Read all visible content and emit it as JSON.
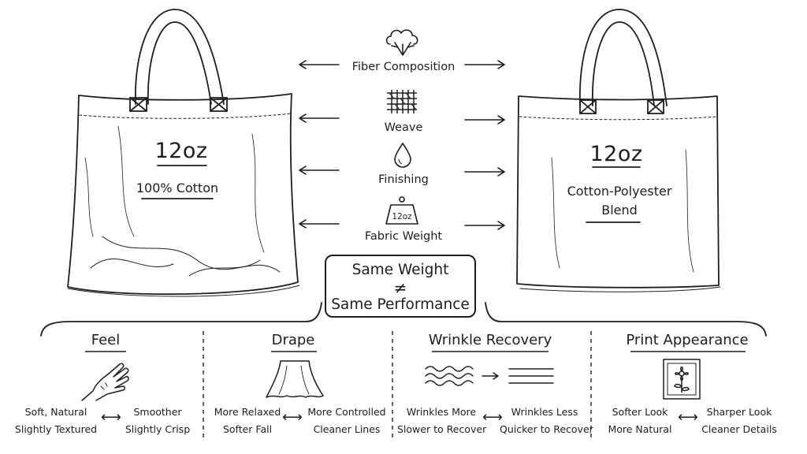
{
  "left_bag": {
    "weight": "12oz",
    "material": "100% Cotton"
  },
  "right_bag": {
    "weight": "12oz",
    "material_line1": "Cotton-Polyester",
    "material_line2": "Blend"
  },
  "factors": [
    {
      "label": "Fiber Composition",
      "icon": "cotton-boll-icon"
    },
    {
      "label": "Weave",
      "icon": "weave-grid-icon"
    },
    {
      "label": "Finishing",
      "icon": "droplet-icon"
    },
    {
      "label": "Fabric Weight",
      "icon": "weight-icon",
      "icon_text": "12oz"
    }
  ],
  "callout": {
    "line1": "Same Weight",
    "symbol": "≠",
    "line2": "Same Performance"
  },
  "categories": [
    {
      "title": "Feel",
      "icon": "hand-icon",
      "left": [
        "Soft, Natural",
        "Slightly Textured"
      ],
      "right": [
        "Smoother",
        "Slightly Crisp"
      ]
    },
    {
      "title": "Drape",
      "icon": "draped-cloth-icon",
      "left": [
        "More Relaxed",
        "Softer Fall"
      ],
      "right": [
        "More Controlled",
        "Cleaner Lines"
      ]
    },
    {
      "title": "Wrinkle Recovery",
      "icon": "wavy-to-straight-lines-icon",
      "left": [
        "Wrinkles More",
        "Slower to Recover"
      ],
      "right": [
        "Wrinkles Less",
        "Quicker to Recover"
      ]
    },
    {
      "title": "Print Appearance",
      "icon": "framed-flower-icon",
      "left": [
        "Softer Look",
        "More Natural"
      ],
      "right": [
        "Sharper Look",
        "Cleaner Details"
      ]
    }
  ],
  "double_arrow": "⟷"
}
